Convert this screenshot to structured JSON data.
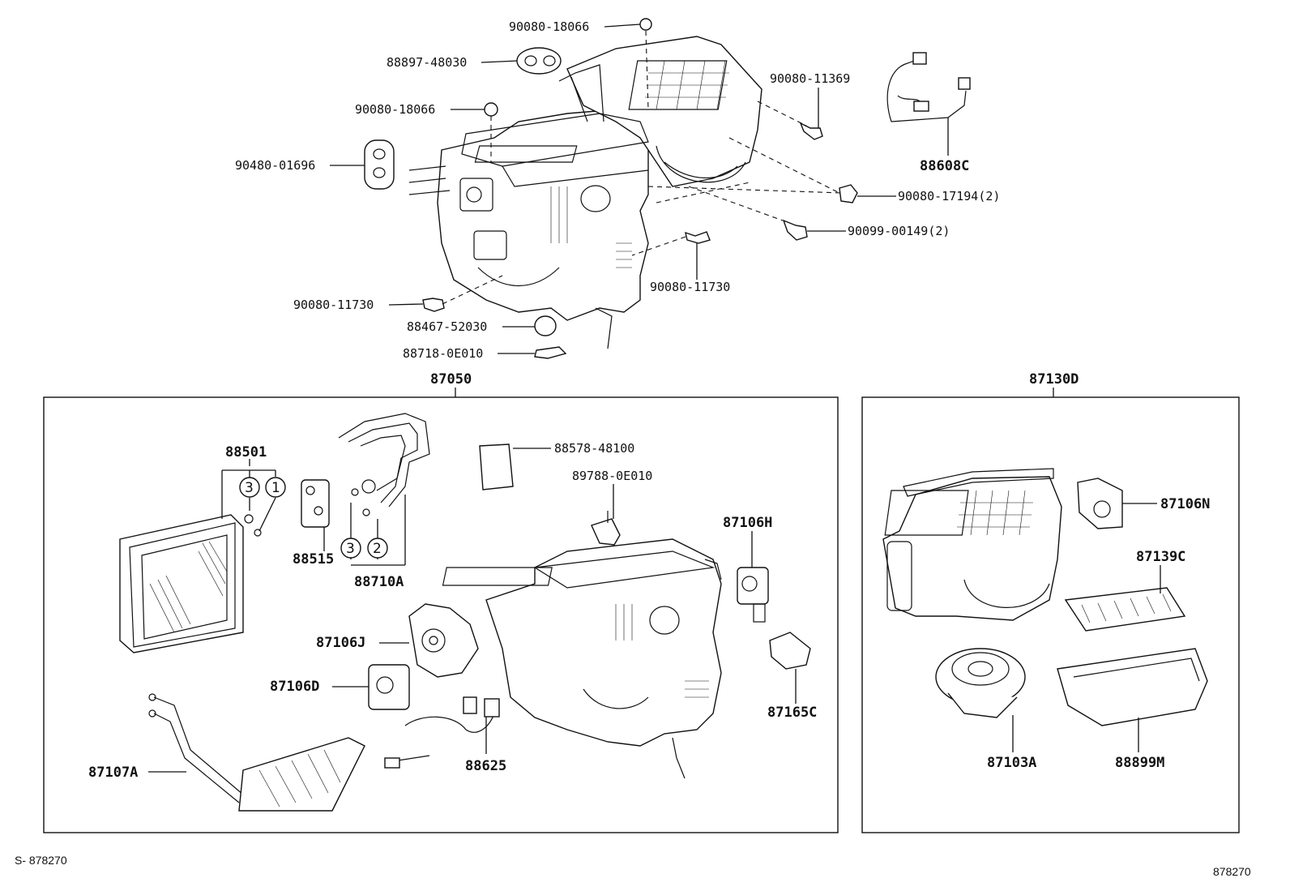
{
  "labels": {
    "p90080_18066_top": "90080-18066",
    "p88897_48030": "88897-48030",
    "p90080_18066": "90080-18066",
    "p90480_01696": "90480-01696",
    "p90080_11369": "90080-11369",
    "p88608C": "88608C",
    "p90080_17194": "90080-17194(2)",
    "p90099_00149": "90099-00149(2)",
    "p90080_11730_right": "90080-11730",
    "p90080_11730_left": "90080-11730",
    "p88467_52030": "88467-52030",
    "p88718_0E010": "88718-0E010",
    "p87050": "87050",
    "p87130D": "87130D",
    "p88501": "88501",
    "p88578_48100": "88578-48100",
    "p89788_0E010": "89788-0E010",
    "p87106H": "87106H",
    "p88515": "88515",
    "p88710A": "88710A",
    "p87106J": "87106J",
    "p87106D": "87106D",
    "p87165C": "87165C",
    "p88625": "88625",
    "p87107A": "87107A",
    "p87106N": "87106N",
    "p87139C": "87139C",
    "p87103A": "87103A",
    "p88899M": "88899M"
  },
  "circles": {
    "c3_left": "3",
    "c1_left": "1",
    "c3_mid": "3",
    "c2_mid": "2"
  },
  "footer": {
    "left": "S- 878270",
    "right": "878270"
  }
}
